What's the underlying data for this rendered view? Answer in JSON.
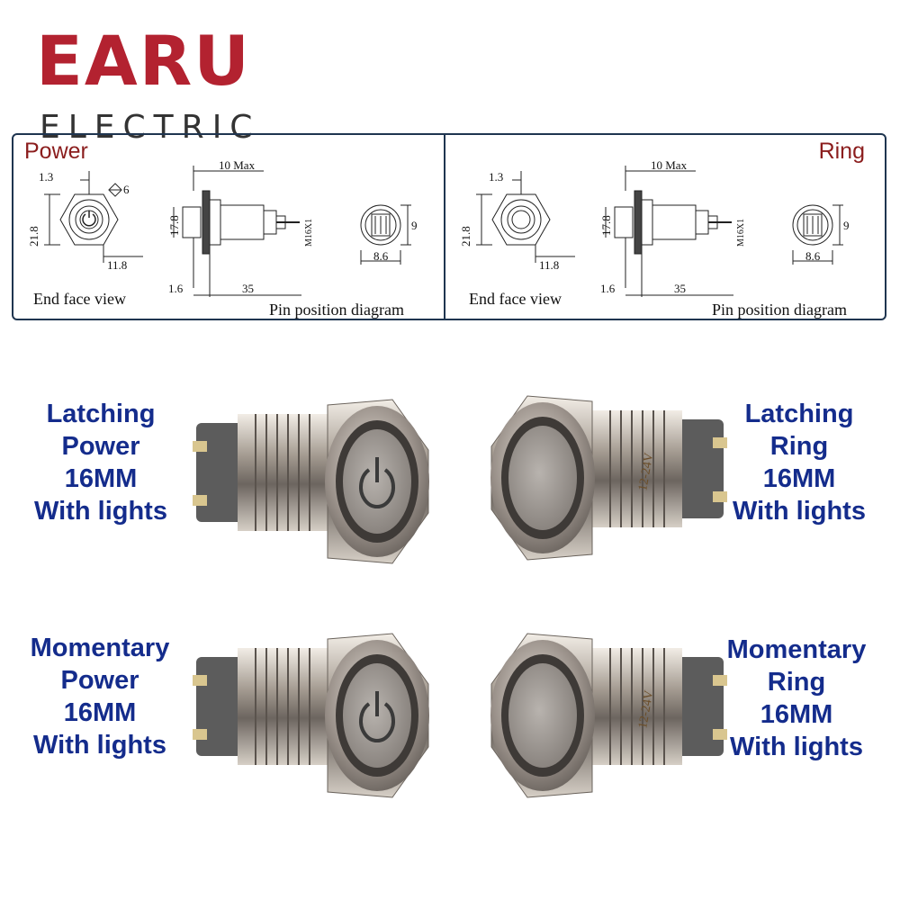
{
  "brand": {
    "name": "EARU",
    "subtitle": "ELECTRIC",
    "color": "#b32230",
    "subtitle_color": "#333333"
  },
  "spec_panel": {
    "border_color": "#1f3550",
    "left": {
      "title": "Power",
      "title_color": "#8b1d1d",
      "dims": {
        "d_1_3": "1.3",
        "d_6": "6",
        "d_21_8": "21.8",
        "d_11_8": "11.8",
        "d_10max": "10 Max",
        "d_17_8": "17.8",
        "d_m16": "M16X1",
        "d_1_6": "1.6",
        "d_35": "35",
        "d_9": "9",
        "d_8_6": "8.6"
      },
      "end_face_caption": "End face view",
      "pin_caption": "Pin position diagram"
    },
    "right": {
      "title": "Ring",
      "title_color": "#8b1d1d",
      "dims": {
        "d_1_3": "1.3",
        "d_21_8": "21.8",
        "d_11_8": "11.8",
        "d_10max": "10 Max",
        "d_17_8": "17.8",
        "d_m16": "M16X1",
        "d_1_6": "1.6",
        "d_35": "35",
        "d_9": "9",
        "d_8_6": "8.6"
      },
      "end_face_caption": "End face view",
      "pin_caption": "Pin position diagram"
    }
  },
  "products": [
    {
      "id": "latching-power",
      "lines": [
        "Latching",
        "Power",
        "16MM",
        "With lights"
      ],
      "icon": "power-icon"
    },
    {
      "id": "latching-ring",
      "lines": [
        "Latching",
        "Ring",
        "16MM",
        "With lights"
      ],
      "icon": "ring-icon",
      "voltage_mark": "12-24V"
    },
    {
      "id": "momentary-power",
      "lines": [
        "Momentary",
        "Power",
        "16MM",
        "With lights"
      ],
      "icon": "power-icon"
    },
    {
      "id": "momentary-ring",
      "lines": [
        "Momentary",
        "Ring",
        "16MM",
        "With lights"
      ],
      "icon": "ring-icon",
      "voltage_mark": "12-24V"
    }
  ],
  "label_color": "#142c8c"
}
